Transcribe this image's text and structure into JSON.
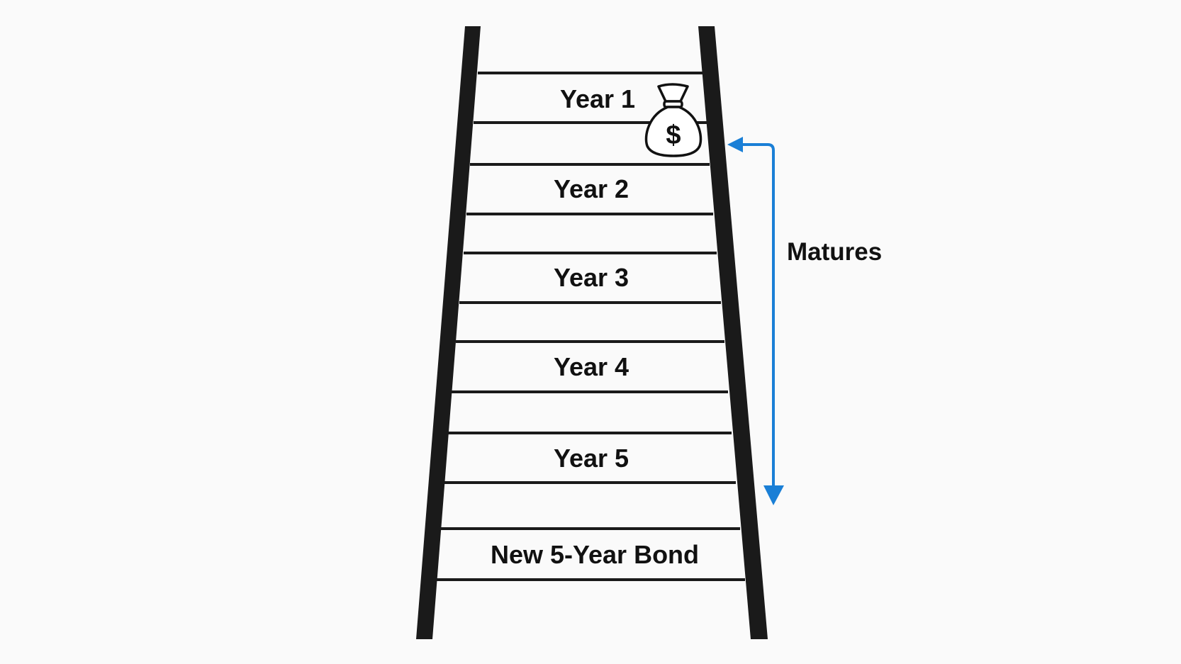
{
  "diagram": {
    "rungs": [
      {
        "label": "Year 1"
      },
      {
        "label": "Year 2"
      },
      {
        "label": "Year 3"
      },
      {
        "label": "Year 4"
      },
      {
        "label": "Year 5"
      },
      {
        "label": "New 5-Year Bond"
      }
    ],
    "arrow_label": "Matures",
    "icon": "money-bag-dollar-icon",
    "colors": {
      "ladder": "#1a1a1a",
      "arrow": "#1a7fd6",
      "background": "#fafafa"
    }
  }
}
